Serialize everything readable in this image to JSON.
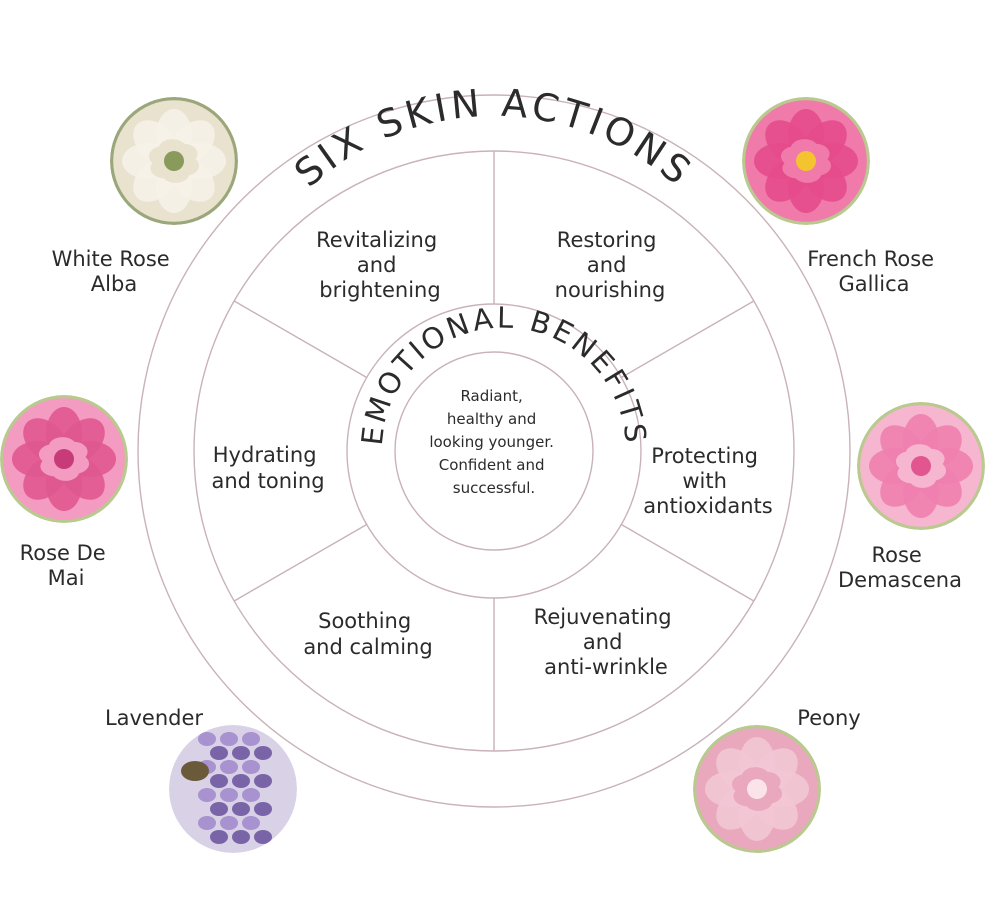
{
  "outer_ring_title": "SIX SKIN ACTIONS",
  "inner_ring_title": "EMOTIONAL BENEFITS",
  "center_text": [
    "Radiant,",
    "healthy and",
    "looking younger.",
    "Confident and",
    "successful."
  ],
  "skin_actions": [
    {
      "lines": [
        "Revitalizing",
        "and",
        "brightening"
      ]
    },
    {
      "lines": [
        "Restoring",
        "and",
        "nourishing"
      ]
    },
    {
      "lines": [
        "Protecting",
        "with",
        "antioxidants"
      ]
    },
    {
      "lines": [
        "Rejuvenating",
        "and",
        "anti-wrinkle"
      ]
    },
    {
      "lines": [
        "Soothing",
        "and calming"
      ]
    },
    {
      "lines": [
        "Hydrating",
        "and toning"
      ]
    }
  ],
  "flowers": [
    {
      "lines": [
        "White Rose",
        "Alba"
      ],
      "icon": "white-rose-image",
      "colors": [
        "#f6f2e8",
        "#e8e2cf",
        "#8a9a5b"
      ]
    },
    {
      "lines": [
        "French Rose",
        "Gallica"
      ],
      "icon": "pink-rose-image",
      "colors": [
        "#e64b8c",
        "#f07aa9",
        "#f4c430"
      ]
    },
    {
      "lines": [
        "Rose De",
        "Mai"
      ],
      "icon": "pink-rose-image",
      "colors": [
        "#e0588f",
        "#f39bc0",
        "#c73c78"
      ]
    },
    {
      "lines": [
        "Rose",
        "Demascena"
      ],
      "icon": "pink-rose-image",
      "colors": [
        "#ee7fae",
        "#f7b6d0",
        "#e2568f"
      ]
    },
    {
      "lines": [
        "Lavender"
      ],
      "icon": "lavender-image",
      "colors": [
        "#7a64a8",
        "#a892cf",
        "#5a4a80"
      ]
    },
    {
      "lines": [
        "Peony"
      ],
      "icon": "peony-image",
      "colors": [
        "#f2c6d4",
        "#e9a8bd",
        "#fbe3ea"
      ]
    }
  ],
  "colors": {
    "ring_stroke": "#c9b2b8",
    "text": "#2b2b2b"
  }
}
